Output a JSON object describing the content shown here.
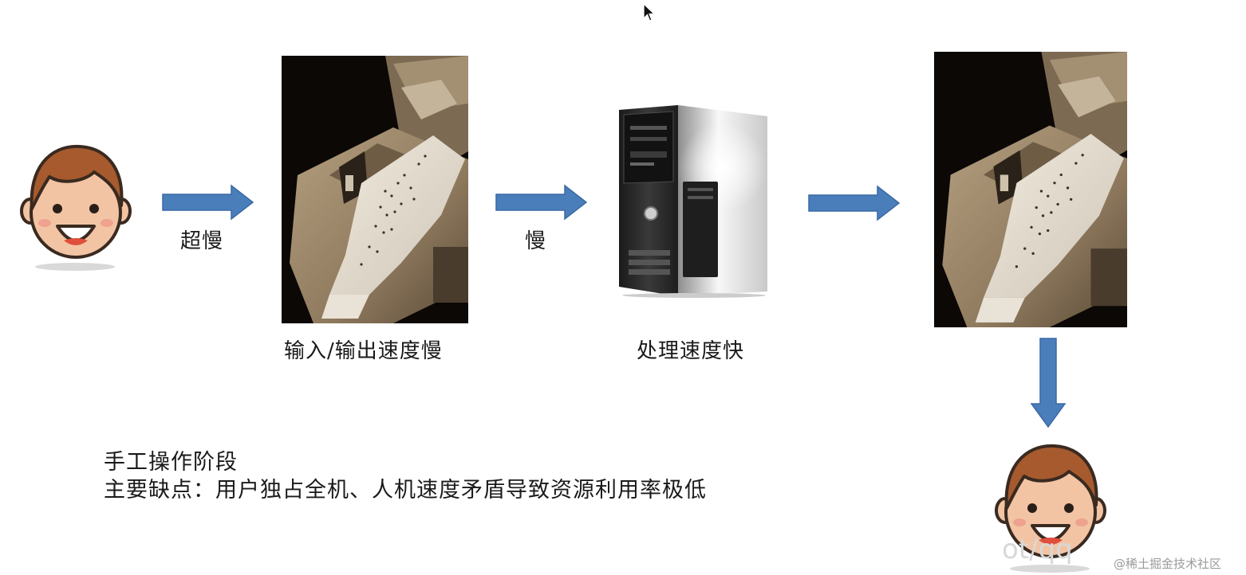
{
  "diagram": {
    "arrow_labels": {
      "user_to_io": "超慢",
      "io_to_cpu": "慢"
    },
    "captions": {
      "io_device": "输入/输出速度慢",
      "computer": "处理速度快"
    },
    "notes": {
      "stage": "手工操作阶段",
      "drawback": "主要缺点：用户独占全机、人机速度矛盾导致资源利用率极低"
    },
    "icons": [
      "user-face-icon",
      "punched-tape-reader-image",
      "computer-tower-icon",
      "arrow-right-icon",
      "arrow-down-icon",
      "mouse-cursor-icon"
    ],
    "colors": {
      "arrow": "#4a7ebb",
      "arrow_stroke": "#3a68a4"
    }
  },
  "overlay": {
    "faint_url": "ot/qq",
    "watermark": "@稀土掘金技术社区"
  }
}
